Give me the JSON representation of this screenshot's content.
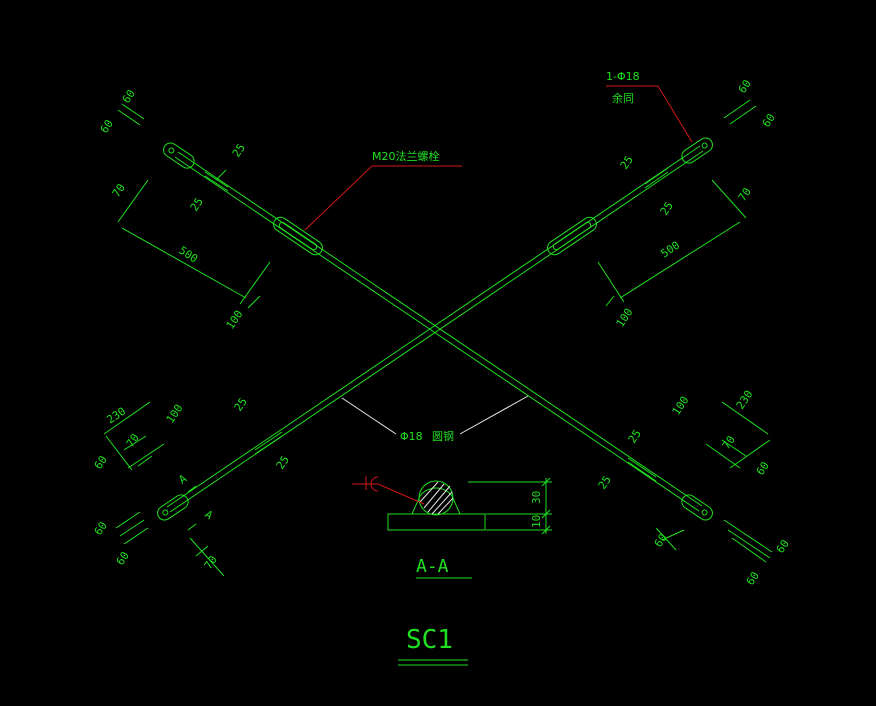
{
  "labels": {
    "turnbuckle": "M20法兰螺栓",
    "rod_spec_top": "1-Φ18",
    "rod_spec_bottom": "余同",
    "round_bar": "Φ18",
    "round_bar_suffix": "圆钢",
    "section_title": "A-A",
    "drawing_title": "SC1",
    "section_mark_a1": "A",
    "section_mark_a2": "A"
  },
  "dims": {
    "tl_60a": "60",
    "tl_60b": "60",
    "tl_25a": "25",
    "tl_25b": "25",
    "tl_70": "70",
    "tl_500": "500",
    "tl_100": "100",
    "tr_60a": "60",
    "tr_60b": "60",
    "tr_25a": "25",
    "tr_25b": "25",
    "tr_70": "70",
    "tr_500": "500",
    "tr_100": "100",
    "bl_230": "230",
    "bl_100": "100",
    "bl_70a": "70",
    "bl_60a": "60",
    "bl_60b": "60",
    "bl_60c": "60",
    "bl_70b": "70",
    "bl_25a": "25",
    "bl_25b": "25",
    "br_230": "230",
    "br_100": "100",
    "br_70": "70",
    "br_60a": "60",
    "br_60b": "60",
    "br_60c": "60",
    "br_60d": "60",
    "br_25a": "25",
    "br_25b": "25",
    "sec_30": "30",
    "sec_10": "10"
  },
  "colors": {
    "line": "#1fe01f",
    "leader": "#d01818",
    "text": "#1fe01f",
    "white": "#e8e8e8"
  }
}
